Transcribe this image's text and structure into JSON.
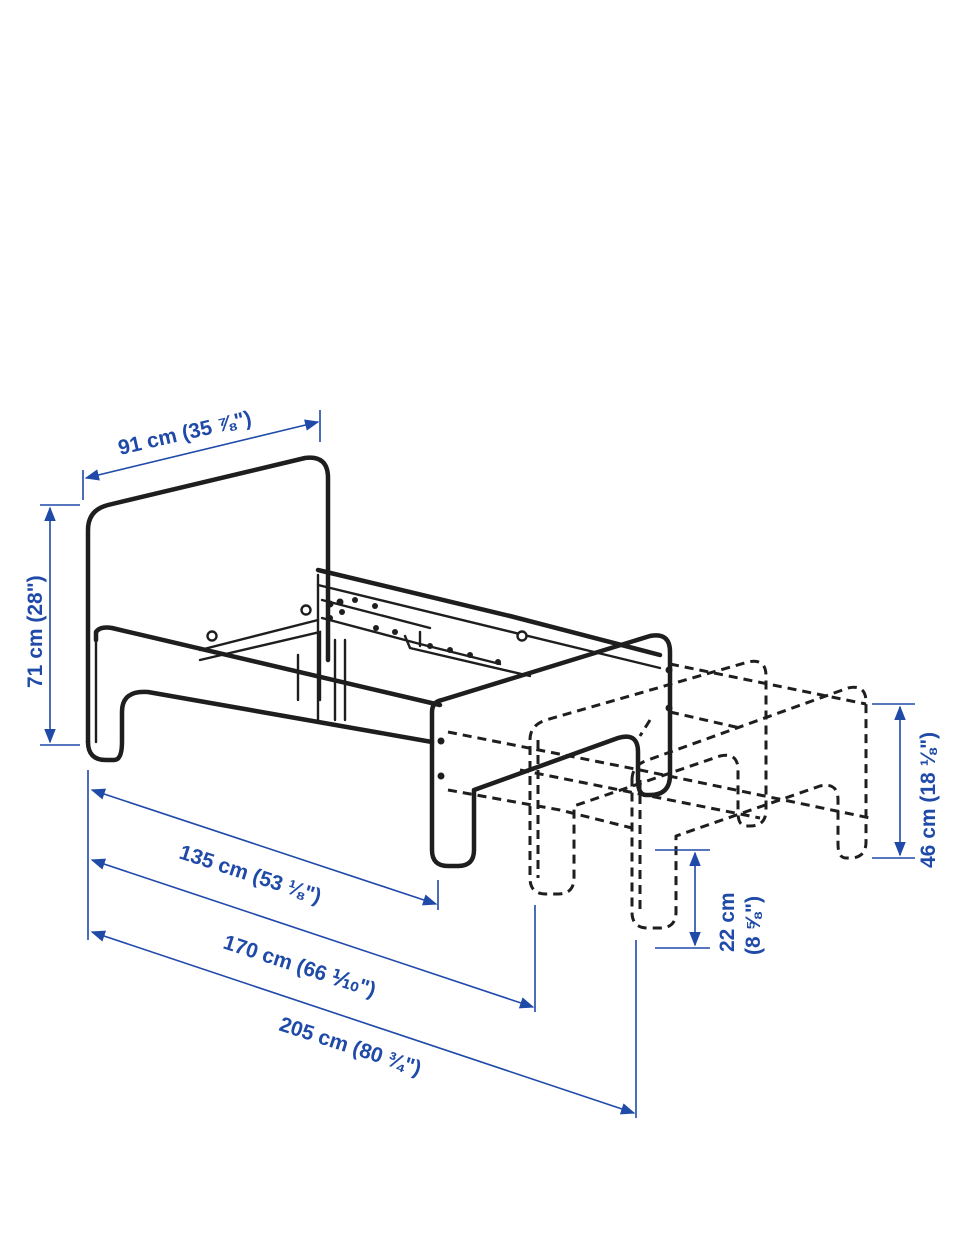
{
  "dimensions": {
    "width": "91 cm (35 ⅞\")",
    "height": "71 cm (28\")",
    "length_short": "135 cm (53 ⅛\")",
    "length_mid": "170 cm (66 ⅒\")",
    "length_long": "205 cm (80 ¾\")",
    "side_height": "46 cm (18 ⅛\")",
    "clearance_value": "22 cm",
    "clearance_inches": "(8 ⅝\")"
  },
  "colors": {
    "dimension": "#1f4aa8",
    "line": "#1e1e1e"
  }
}
